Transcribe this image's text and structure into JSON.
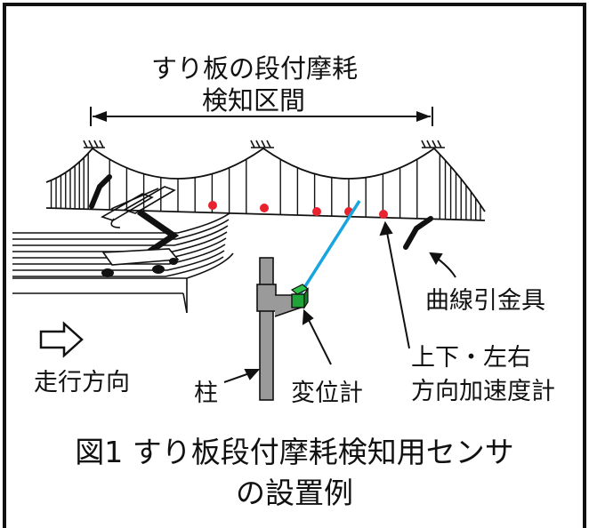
{
  "diagram": {
    "section_label_line1": "すり板の段付摩耗",
    "section_label_line2": "検知区間",
    "curve_pull_fitting": "曲線引金具",
    "direction_label": "走行方向",
    "pole_label": "柱",
    "displacement_meter_label": "変位計",
    "accel_label_line1": "上下・左右",
    "accel_label_line2": "方向加速度計",
    "caption_line1": "図1  すり板段付摩耗検知用センサ",
    "caption_line2": "の設置例"
  },
  "colors": {
    "sensor_point": "#e8232f",
    "laser_beam": "#19a6de",
    "sensor_box": "#1fa43a",
    "pole": "#9a9a9a"
  },
  "icons": [
    "hatch-support-icon",
    "arrow-right-icon",
    "sensor-box-icon"
  ]
}
